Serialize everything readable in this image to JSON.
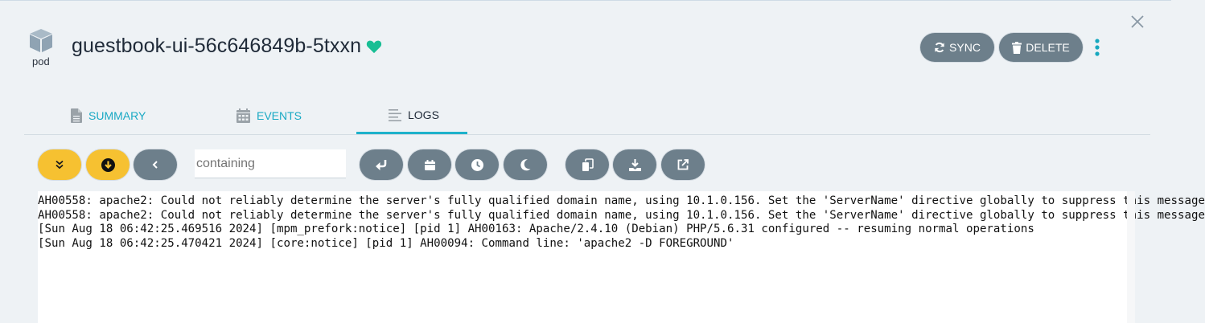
{
  "header": {
    "resource_kind": "pod",
    "resource_name": "guestbook-ui-56c646849b-5txxn",
    "health_icon": "heart-icon",
    "health_color": "#18be94",
    "buttons": {
      "sync": "SYNC",
      "delete": "DELETE"
    },
    "close_icon": "close-icon",
    "more_icon": "kebab-menu-icon"
  },
  "tabs": [
    {
      "label": "SUMMARY",
      "icon": "file-icon",
      "active": false
    },
    {
      "label": "EVENTS",
      "icon": "calendar-icon",
      "active": false
    },
    {
      "label": "LOGS",
      "icon": "lines-icon",
      "active": true
    }
  ],
  "toolbar": {
    "follow_icon": "double-chevron-down-icon",
    "scroll_bottom_icon": "arrow-circle-down-icon",
    "back_icon": "chevron-left-icon",
    "filter": {
      "value": "",
      "placeholder": "containing"
    },
    "wrap_icon": "wrap-lines-icon",
    "timestamps_icon": "calendar-icon",
    "since_icon": "clock-icon",
    "dark_mode_icon": "moon-icon",
    "copy_icon": "copy-icon",
    "download_icon": "download-icon",
    "open_new_icon": "external-link-icon"
  },
  "colors": {
    "accent": "#1eb2cb",
    "button": "#6d7f8b",
    "yellow": "#f6c131",
    "background": "#eef2f5"
  },
  "logs": [
    "AH00558: apache2: Could not reliably determine the server's fully qualified domain name, using 10.1.0.156. Set the 'ServerName' directive globally to suppress this message",
    "AH00558: apache2: Could not reliably determine the server's fully qualified domain name, using 10.1.0.156. Set the 'ServerName' directive globally to suppress this message",
    "[Sun Aug 18 06:42:25.469516 2024] [mpm_prefork:notice] [pid 1] AH00163: Apache/2.4.10 (Debian) PHP/5.6.31 configured -- resuming normal operations",
    "[Sun Aug 18 06:42:25.470421 2024] [core:notice] [pid 1] AH00094: Command line: 'apache2 -D FOREGROUND'"
  ]
}
